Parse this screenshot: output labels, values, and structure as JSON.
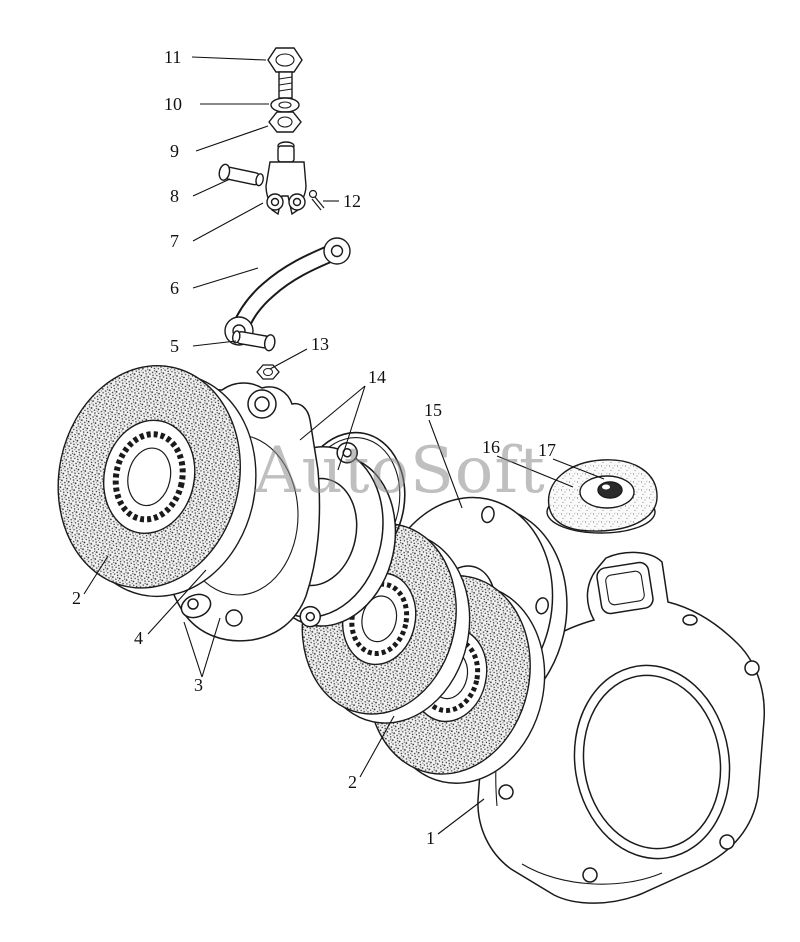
{
  "colors": {
    "background": "#ffffff",
    "line": "#1a1a1a",
    "watermark": "#8a8a8a"
  },
  "watermark": {
    "text": "AutoSoft"
  },
  "callouts": [
    {
      "id": "11",
      "label": "11"
    },
    {
      "id": "10",
      "label": "10"
    },
    {
      "id": "9",
      "label": "9"
    },
    {
      "id": "8",
      "label": "8"
    },
    {
      "id": "7",
      "label": "7"
    },
    {
      "id": "6",
      "label": "6"
    },
    {
      "id": "5",
      "label": "5"
    },
    {
      "id": "12",
      "label": "12"
    },
    {
      "id": "13",
      "label": "13"
    },
    {
      "id": "14",
      "label": "14"
    },
    {
      "id": "15",
      "label": "15"
    },
    {
      "id": "16",
      "label": "16"
    },
    {
      "id": "17",
      "label": "17"
    },
    {
      "id": "2-left",
      "label": "2"
    },
    {
      "id": "4",
      "label": "4"
    },
    {
      "id": "3",
      "label": "3"
    },
    {
      "id": "2-center",
      "label": "2"
    },
    {
      "id": "1",
      "label": "1"
    }
  ]
}
